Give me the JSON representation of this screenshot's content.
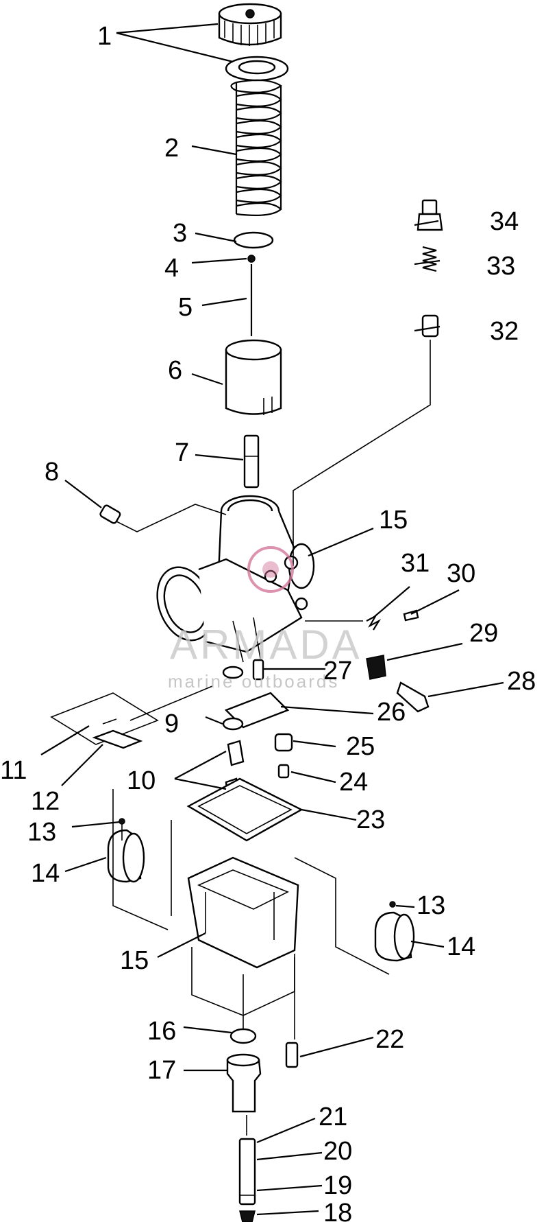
{
  "diagram": {
    "callouts": [
      "1",
      "2",
      "3",
      "4",
      "5",
      "6",
      "7",
      "8",
      "9",
      "10",
      "11",
      "12",
      "13",
      "14",
      "15",
      "16",
      "17",
      "18",
      "19",
      "20",
      "21",
      "22",
      "23",
      "24",
      "25",
      "26",
      "27",
      "28",
      "29",
      "30",
      "31",
      "32",
      "33",
      "34"
    ],
    "callouts_repeated": {
      "13b": "13",
      "14b": "14",
      "15b": "15"
    },
    "watermark": {
      "brand": "ARMADA",
      "tagline": "marine outboards",
      "accent_color": "#d4779a"
    }
  }
}
